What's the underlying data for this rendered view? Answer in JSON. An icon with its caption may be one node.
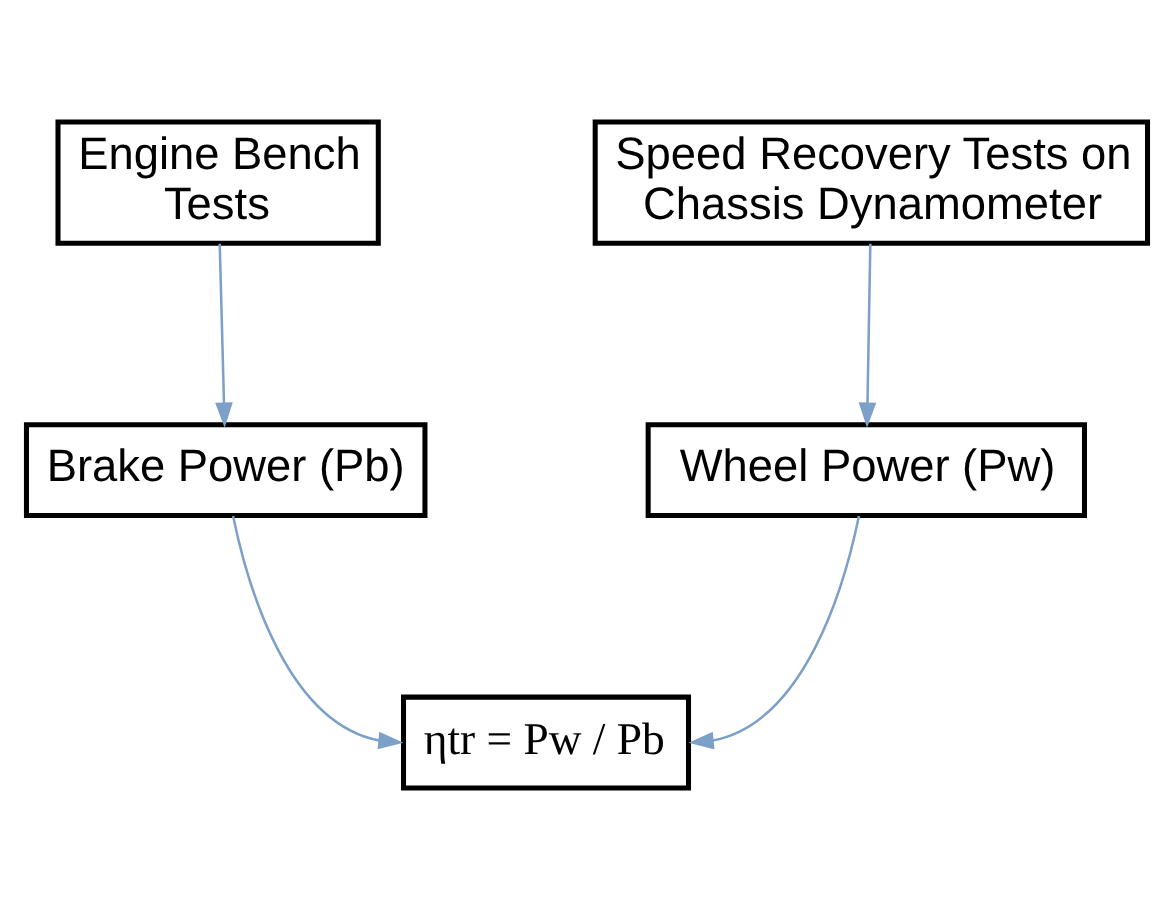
{
  "diagram": {
    "nodes": [
      {
        "text": [
          "Engine Bench Tests"
        ]
      },
      {
        "text": [
          "Speed Recovery Tests on Chassis Dynamometer"
        ]
      },
      {
        "text": [
          "Brake Power (Pb)"
        ]
      },
      {
        "text": [
          "Wheel Power (Pw)"
        ]
      },
      {
        "text": [
          "ηtr = Pw / Pb"
        ]
      }
    ],
    "edges": [
      {
        "from": 0,
        "to": 2,
        "arrow": "to"
      },
      {
        "from": 1,
        "to": 3,
        "arrow": "to"
      },
      {
        "from": 2,
        "to": 4,
        "arrow": "to"
      },
      {
        "from": 3,
        "to": 4,
        "arrow": "to"
      }
    ]
  }
}
